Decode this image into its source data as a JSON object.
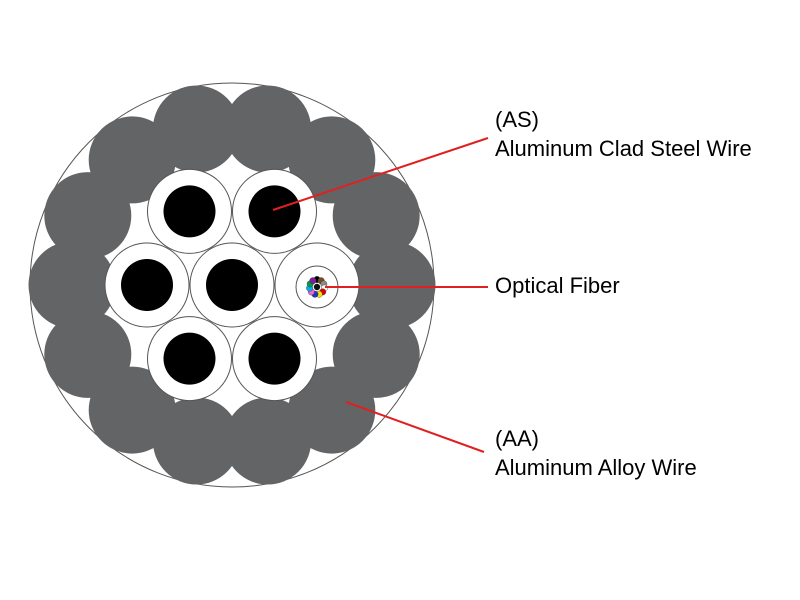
{
  "labels": {
    "as_code": "(AS)",
    "as_name": "Aluminum Clad Steel Wire",
    "optical_fiber": "Optical Fiber",
    "aa_code": "(AA)",
    "aa_name": "Aluminum Alloy Wire"
  },
  "colors": {
    "aa_wire": "#636466",
    "as_core": "#000000",
    "as_cladding": "#ffffff",
    "wire_outline": "#555555",
    "leader_line": "#e02020",
    "fiber_colors": [
      "#000000",
      "#7a4a1e",
      "#8a8a8a",
      "#ffffff",
      "#e00000",
      "#f2e600",
      "#2233cc",
      "#ee66cc",
      "#00b0f0",
      "#00a040",
      "#7a1fa2",
      "#111111"
    ]
  }
}
